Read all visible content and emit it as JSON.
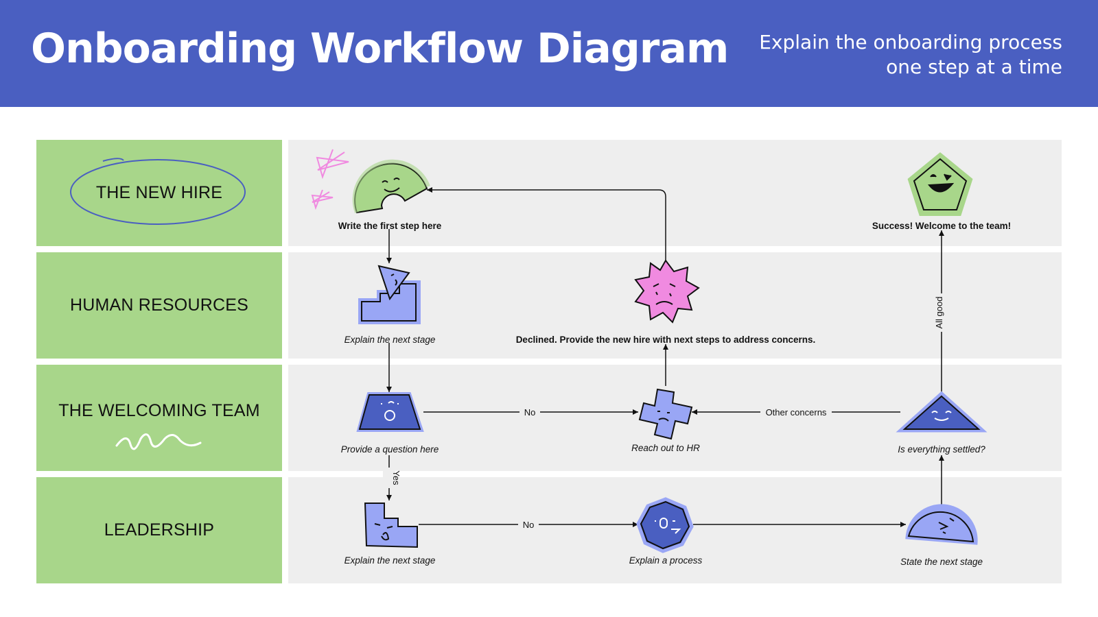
{
  "header": {
    "title": "Onboarding Workflow Diagram",
    "subtitle_line1": "Explain the onboarding process",
    "subtitle_line2": "one step at a time"
  },
  "lanes": [
    {
      "label": "THE NEW HIRE"
    },
    {
      "label": "HUMAN RESOURCES"
    },
    {
      "label": "THE WELCOMING TEAM"
    },
    {
      "label": "LEADERSHIP"
    }
  ],
  "nodes": {
    "first_step": "Write the first step here",
    "success": "Success! Welcome to the team!",
    "hr_next_stage": "Explain the next stage",
    "declined": "Declined. Provide the new hire with next steps to address concerns.",
    "question": "Provide a question here",
    "reach_hr": "Reach out to HR",
    "settled": "Is everything settled?",
    "lead_next_stage": "Explain the next stage",
    "process": "Explain a process",
    "state_next": "State the next stage"
  },
  "edges": {
    "no_1": "No",
    "other_concerns": "Other concerns",
    "all_good": "All good",
    "yes": "Yes",
    "no_2": "No"
  },
  "colors": {
    "header_bg": "#4a5fc1",
    "lane_label_bg": "#a8d68a",
    "lane_bg": "#eeeeee",
    "shape_blue": "#99a6f5",
    "shape_dark_blue": "#4a5fc1",
    "shape_green": "#a8d68a",
    "shape_pink": "#f08ae0"
  }
}
